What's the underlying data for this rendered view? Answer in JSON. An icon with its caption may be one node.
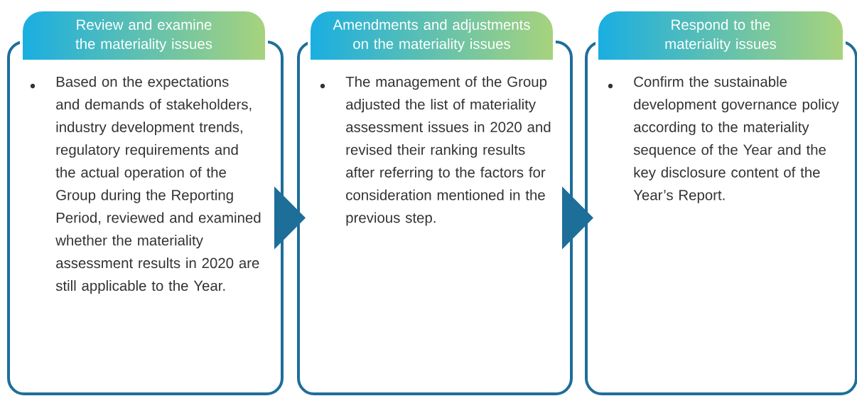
{
  "diagram": {
    "nodes": [
      {
        "text": [
          "Review and examine the materiality issues",
          "Based on the expectations and demands of stakeholders, industry development trends, regulatory requirements and the actual operation of the Group during the Reporting Period, reviewed and examined whether the materiality assessment results in 2020 are still applicable to the Year."
        ]
      },
      {
        "text": [
          "Amendments and adjustments on the materiality issues",
          "The management of the Group adjusted the list of materiality assessment issues in 2020 and revised their ranking results after referring to the factors for consideration mentioned in the previous step."
        ]
      },
      {
        "text": [
          "Respond to the materiality issues",
          "Confirm the sustainable development governance policy according to the materiality sequence of the Year and the key disclosure content of the Year’s Report."
        ]
      }
    ],
    "edges": [
      {
        "from": 0,
        "to": 1,
        "arrow": "to"
      },
      {
        "from": 1,
        "to": 2,
        "arrow": "to"
      }
    ]
  }
}
